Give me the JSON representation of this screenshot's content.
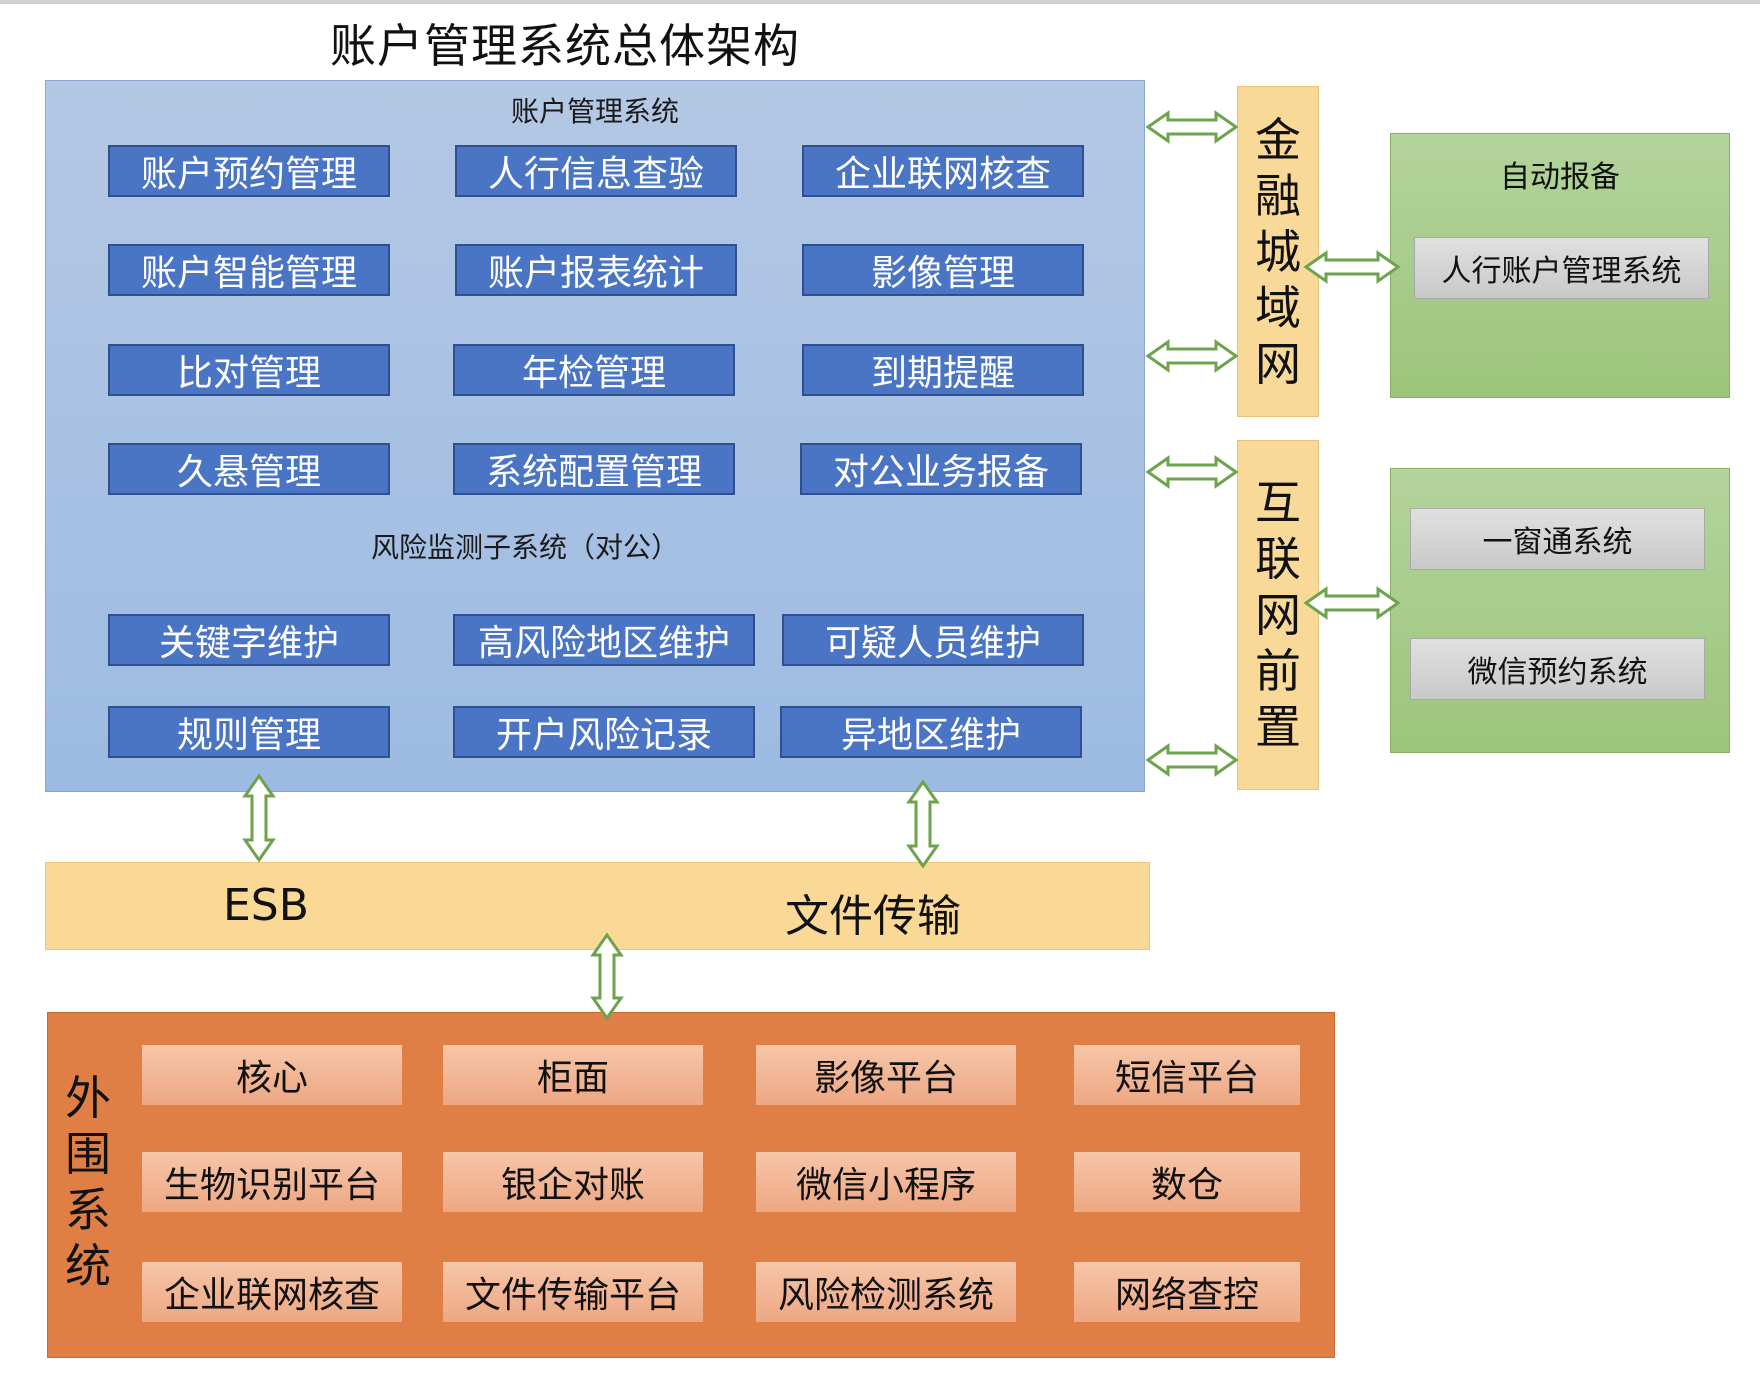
{
  "title": "账户管理系统总体架构",
  "account_system": {
    "label": "账户管理系统",
    "modules": [
      "账户预约管理",
      "人行信息查验",
      "企业联网核查",
      "账户智能管理",
      "账户报表统计",
      "影像管理",
      "比对管理",
      "年检管理",
      "到期提醒",
      "久悬管理",
      "系统配置管理",
      "对公业务报备"
    ],
    "risk_label": "风险监测子系统（对公）",
    "risk_modules": [
      "关键字维护",
      "高风险地区维护",
      "可疑人员维护",
      "规则管理",
      "开户风险记录",
      "异地区维护"
    ]
  },
  "financial_net": {
    "chars": [
      "金",
      "融",
      "城",
      "域",
      "网"
    ]
  },
  "internet_front": {
    "chars": [
      "互",
      "联",
      "网",
      "前",
      "置"
    ]
  },
  "auto_report": {
    "label": "自动报备",
    "system": "人行账户管理系统"
  },
  "channel_group": {
    "systems": [
      "一窗通系统",
      "微信预约系统"
    ]
  },
  "bus": {
    "esb": "ESB",
    "file_transfer": "文件传输"
  },
  "external": {
    "chars": [
      "外",
      "围",
      "系",
      "统"
    ],
    "systems": [
      "核心",
      "柜面",
      "影像平台",
      "短信平台",
      "生物识别平台",
      "银企对账",
      "微信小程序",
      "数仓",
      "企业联网核查",
      "文件传输平台",
      "风险检测系统",
      "网络查控"
    ]
  },
  "colors": {
    "module_blue": "#4a74c4",
    "gold": "#f9d998",
    "green": "#9cc57b",
    "orange": "#df7f45",
    "arrow_green": "#6da34d"
  }
}
